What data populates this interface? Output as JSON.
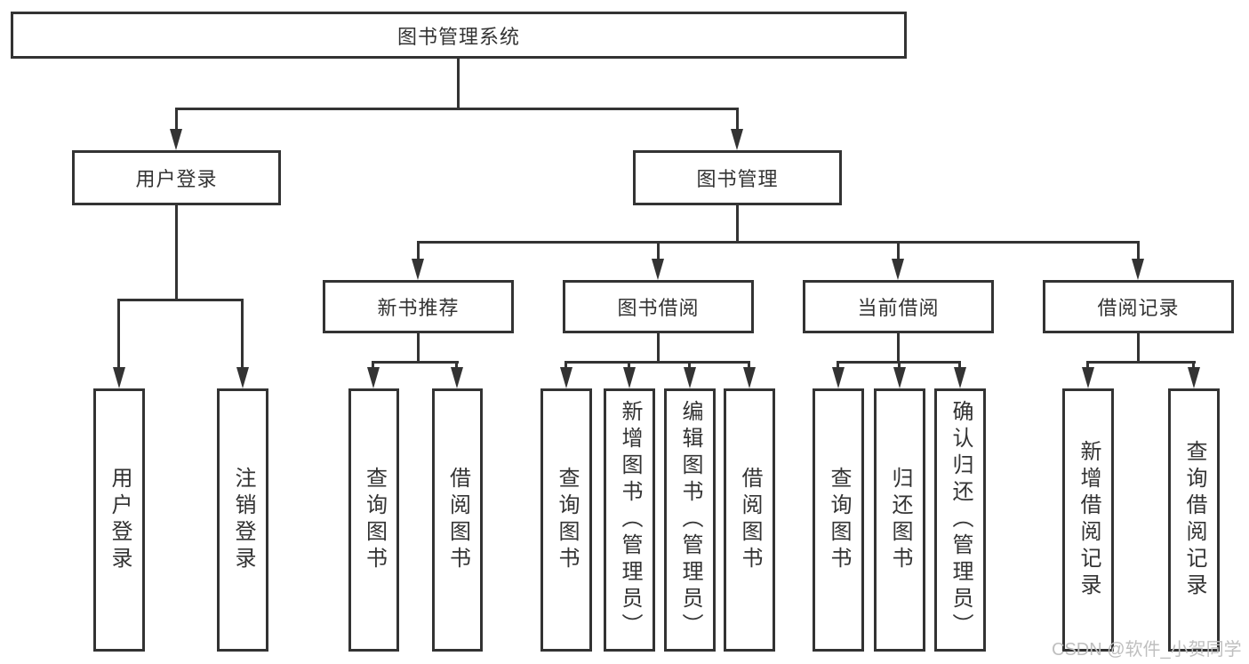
{
  "tree": {
    "root": "图书管理系统",
    "level2": [
      {
        "label": "用户登录",
        "leaves": [
          "用户登录",
          "注销登录"
        ]
      },
      {
        "label": "图书管理",
        "sections": [
          {
            "label": "新书推荐",
            "leaves": [
              "查询图书",
              "借阅图书"
            ]
          },
          {
            "label": "图书借阅",
            "leaves": [
              "查询图书",
              "新增图书（管理员）",
              "编辑图书（管理员）",
              "借阅图书"
            ]
          },
          {
            "label": "当前借阅",
            "leaves": [
              "查询图书",
              "归还图书",
              "确认归还（管理员）"
            ]
          },
          {
            "label": "借阅记录",
            "leaves": [
              "新增借阅记录",
              "查询借阅记录"
            ]
          }
        ]
      }
    ]
  },
  "watermark": "CSDN @软件_小贺同学",
  "colors": {
    "line": "#333333",
    "text": "#333333",
    "background": "#ffffff",
    "watermark": "#bfbfbf"
  }
}
